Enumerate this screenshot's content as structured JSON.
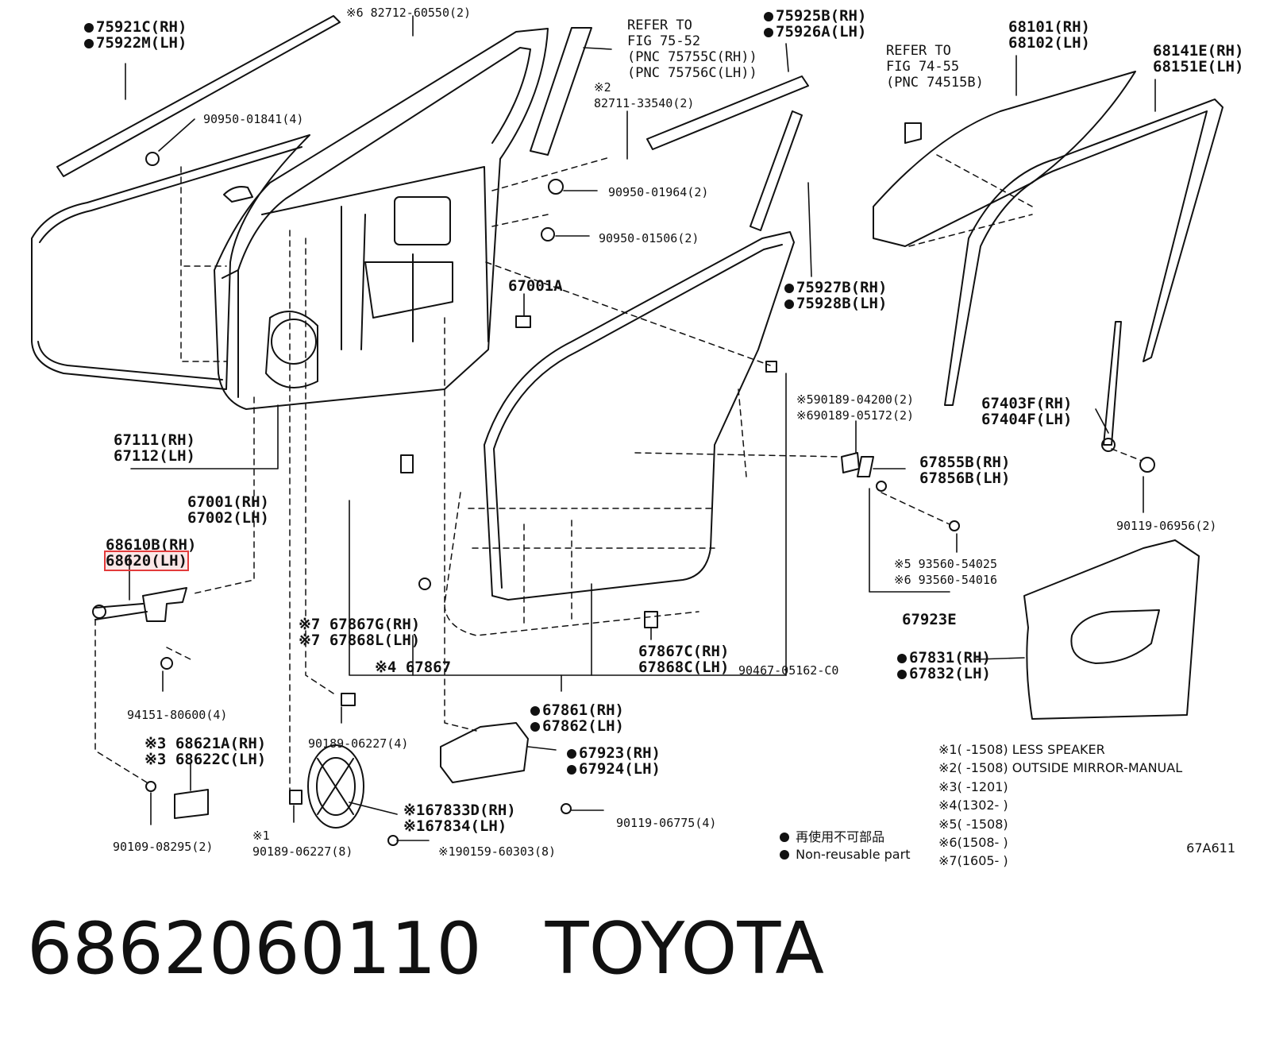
{
  "callouts": {
    "c75921": [
      "75921C(RH)",
      "75922M(LH)"
    ],
    "c82712": "82712-60550(2)",
    "refer_75": [
      "REFER TO",
      "FIG 75-52",
      "(PNC 75755C(RH))",
      "(PNC 75756C(LH))"
    ],
    "c75925": [
      "75925B(RH)",
      "75926A(LH)"
    ],
    "refer_74": [
      "REFER TO",
      "FIG 74-55",
      "(PNC 74515B)"
    ],
    "c68101": [
      "68101(RH)",
      "68102(LH)"
    ],
    "c68141": [
      "68141E(RH)",
      "68151E(LH)"
    ],
    "c90950a": "90950-01841(4)",
    "c82711_mark": "※2",
    "c82711": "82711-33540(2)",
    "c90950b": "90950-01964(2)",
    "c90950c": "90950-01506(2)",
    "c67001a": "67001A",
    "c75927": [
      "75927B(RH)",
      "75928B(LH)"
    ],
    "c90189a": [
      "90189-04200(2)",
      "90189-05172(2)"
    ],
    "c67403": [
      "67403F(RH)",
      "67404F(LH)"
    ],
    "c67111": [
      "67111(RH)",
      "67112(LH)"
    ],
    "c67855": [
      "67855B(RH)",
      "67856B(LH)"
    ],
    "c67001": [
      "67001(RH)",
      "67002(LH)"
    ],
    "c90119a": "90119-06956(2)",
    "c68610": "68610B(RH)",
    "c68620": "68620(LH)",
    "c93560": [
      "93560-54025",
      "93560-54016"
    ],
    "c67923e": "67923E",
    "c67867g": [
      "67867G(RH)",
      "67868L(LH)"
    ],
    "c67867": "67867",
    "c67867c": [
      "67867C(RH)",
      "67868C(LH)"
    ],
    "c90467": "90467-05162-C0",
    "c67831": [
      "67831(RH)",
      "67832(LH)"
    ],
    "c94151": "94151-80600(4)",
    "c67861": [
      "67861(RH)",
      "67862(LH)"
    ],
    "c90189b": "90189-06227(4)",
    "c68621": [
      "68621A(RH)",
      "68622C(LH)"
    ],
    "c67923": [
      "67923(RH)",
      "67924(LH)"
    ],
    "c67833": [
      "67833D(RH)",
      "67834(LH)"
    ],
    "c90119b": "90119-06775(4)",
    "c90109": "90109-08295(2)",
    "c90189c": "90189-06227(8)",
    "c90159": "90159-60303(8)"
  },
  "marks": {
    "m1": "※1",
    "m2": "※2",
    "m3": "※3",
    "m4": "※4",
    "m5": "※5",
    "m6": "※6",
    "m7": "※7"
  },
  "legend": {
    "jp": "再使用不可部品",
    "en": "Non-reusable part"
  },
  "notes": [
    {
      "mark": "※1",
      "range": "(      -1508)",
      "text": "LESS SPEAKER"
    },
    {
      "mark": "※2",
      "range": "(      -1508)",
      "text": "OUTSIDE MIRROR-MANUAL"
    },
    {
      "mark": "※3",
      "range": "(      -1201)",
      "text": ""
    },
    {
      "mark": "※4",
      "range": "(1302-      )",
      "text": ""
    },
    {
      "mark": "※5",
      "range": "(      -1508)",
      "text": ""
    },
    {
      "mark": "※6",
      "range": "(1508-      )",
      "text": ""
    },
    {
      "mark": "※7",
      "range": "(1605-      )",
      "text": ""
    }
  ],
  "figure_code": "67A611",
  "caption": {
    "part_number": "6862060110",
    "brand": "TOYOTA"
  },
  "colors": {
    "highlight": "#e23b3b",
    "ink": "#111111"
  }
}
